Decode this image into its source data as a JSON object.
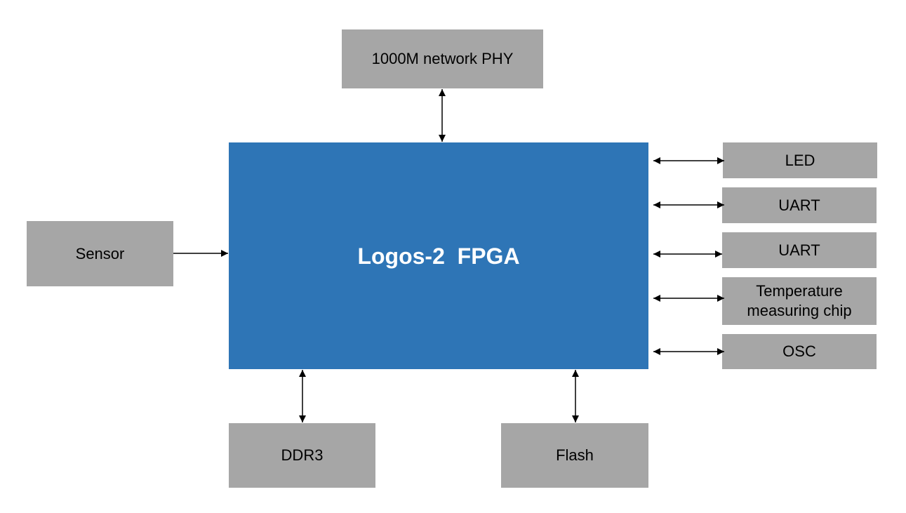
{
  "diagram": {
    "fpga": {
      "label": "Logos-2  FPGA",
      "color": "#2e75b6"
    },
    "peripheral_color": "#a6a6a6",
    "blocks": {
      "network_phy": {
        "label": "1000M network PHY"
      },
      "sensor": {
        "label": "Sensor"
      },
      "led": {
        "label": "LED"
      },
      "uart_1": {
        "label": "UART"
      },
      "uart_2": {
        "label": "UART"
      },
      "temp_chip": {
        "line1": "Temperature",
        "line2": "measuring chip"
      },
      "osc": {
        "label": "OSC"
      },
      "ddr3": {
        "label": "DDR3"
      },
      "flash": {
        "label": "Flash"
      }
    },
    "connections": [
      {
        "from": "network_phy",
        "to": "fpga",
        "direction": "bidirectional"
      },
      {
        "from": "sensor",
        "to": "fpga",
        "direction": "to-fpga"
      },
      {
        "from": "fpga",
        "to": "led",
        "direction": "bidirectional"
      },
      {
        "from": "fpga",
        "to": "uart_1",
        "direction": "bidirectional"
      },
      {
        "from": "fpga",
        "to": "uart_2",
        "direction": "bidirectional"
      },
      {
        "from": "fpga",
        "to": "temp_chip",
        "direction": "bidirectional"
      },
      {
        "from": "fpga",
        "to": "osc",
        "direction": "bidirectional"
      },
      {
        "from": "fpga",
        "to": "ddr3",
        "direction": "bidirectional"
      },
      {
        "from": "fpga",
        "to": "flash",
        "direction": "bidirectional"
      }
    ]
  }
}
